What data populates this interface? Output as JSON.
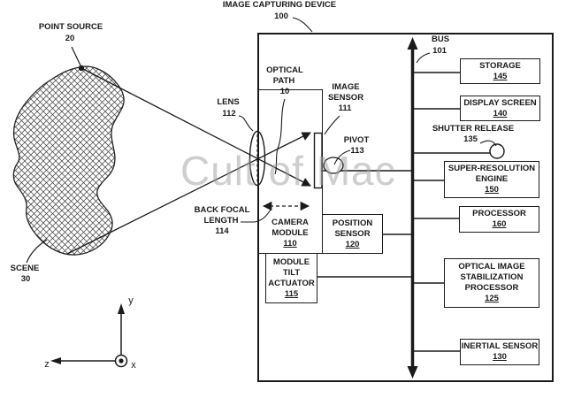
{
  "figure": {
    "title": {
      "label": "IMAGE CAPTURING DEVICE",
      "number": "100"
    },
    "watermark": "Cult of Mac"
  },
  "scene_area": {
    "point_source": {
      "label": "POINT SOURCE",
      "number": "20"
    },
    "scene": {
      "label": "SCENE",
      "number": "30"
    }
  },
  "optics": {
    "lens": {
      "label": "LENS",
      "number": "112"
    },
    "optical_path": {
      "line1": "OPTICAL",
      "line2": "PATH",
      "number": "10"
    },
    "image_sensor": {
      "line1": "IMAGE",
      "line2": "SENSOR",
      "number": "111"
    },
    "pivot": {
      "label": "PIVOT",
      "number": "113"
    },
    "back_focal_length": {
      "line1": "BACK FOCAL",
      "line2": "LENGTH",
      "number": "114"
    }
  },
  "bus": {
    "label": "BUS",
    "number": "101"
  },
  "shutter_release": {
    "label": "SHUTTER RELEASE",
    "number": "135"
  },
  "axes": {
    "x": "x",
    "y": "y",
    "z": "z"
  },
  "components": {
    "camera_module": {
      "line1": "CAMERA",
      "line2": "MODULE",
      "number": "110"
    },
    "position_sensor": {
      "line1": "POSITION",
      "line2": "SENSOR",
      "number": "120"
    },
    "module_tilt_actuator": {
      "line1": "MODULE",
      "line2": "TILT",
      "line3": "ACTUATOR",
      "number": "115"
    },
    "storage": {
      "line1": "STORAGE",
      "number": "145"
    },
    "display_screen": {
      "line1": "DISPLAY SCREEN",
      "number": "140"
    },
    "super_resolution_engine": {
      "line1": "SUPER-RESOLUTION",
      "line2": "ENGINE",
      "number": "150"
    },
    "processor": {
      "line1": "PROCESSOR",
      "number": "160"
    },
    "optical_image_stabilization_processor": {
      "line1": "OPTICAL IMAGE",
      "line2": "STABILIZATION",
      "line3": "PROCESSOR",
      "number": "125"
    },
    "inertial_sensor": {
      "line1": "INERTIAL SENSOR",
      "number": "130"
    }
  },
  "colors": {
    "line": "#1a1a1a",
    "watermark": "#9e9e9e",
    "background": "#ffffff"
  }
}
